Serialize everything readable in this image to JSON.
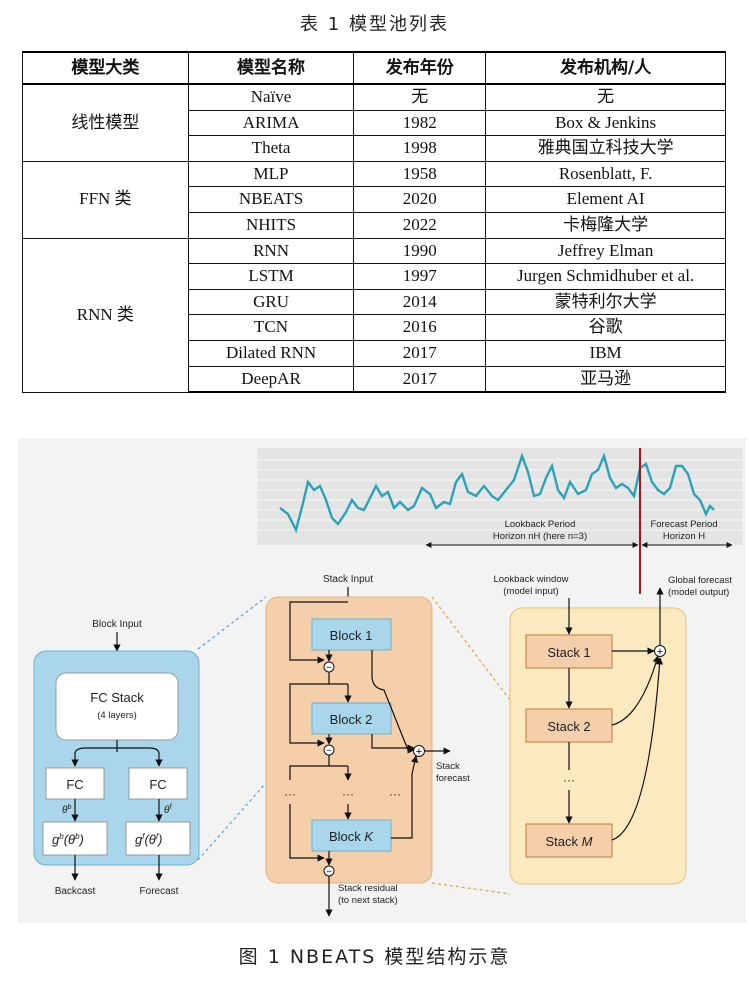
{
  "table": {
    "caption": "表 1 模型池列表",
    "headers": [
      "模型大类",
      "模型名称",
      "发布年份",
      "发布机构/人"
    ],
    "groups": [
      {
        "category": "线性模型",
        "rows": [
          {
            "name": "Naïve",
            "year": "无",
            "org": "无"
          },
          {
            "name": "ARIMA",
            "year": "1982",
            "org": "Box & Jenkins"
          },
          {
            "name": "Theta",
            "year": "1998",
            "org": "雅典国立科技大学"
          }
        ]
      },
      {
        "category": "FFN 类",
        "rows": [
          {
            "name": "MLP",
            "year": "1958",
            "org": "Rosenblatt, F."
          },
          {
            "name": "NBEATS",
            "year": "2020",
            "org": "Element AI"
          },
          {
            "name": "NHITS",
            "year": "2022",
            "org": "卡梅隆大学"
          }
        ]
      },
      {
        "category": "RNN 类",
        "rows": [
          {
            "name": "RNN",
            "year": "1990",
            "org": "Jeffrey Elman"
          },
          {
            "name": "LSTM",
            "year": "1997",
            "org": "Jurgen Schmidhuber et al."
          },
          {
            "name": "GRU",
            "year": "2014",
            "org": "蒙特利尔大学"
          },
          {
            "name": "TCN",
            "year": "2016",
            "org": "谷歌"
          },
          {
            "name": "Dilated RNN",
            "year": "2017",
            "org": "IBM"
          },
          {
            "name": "DeepAR",
            "year": "2017",
            "org": "亚马逊"
          }
        ]
      }
    ]
  },
  "figure": {
    "caption": "图 1 NBEATS 模型结构示意",
    "series_color": "#2aa3b8",
    "divider_color": "#a01818",
    "lookback_label": "Lookback Period",
    "lookback_horizon": "Horizon nH (here n=3)",
    "forecast_label": "Forecast Period",
    "forecast_horizon": "Horizon H",
    "block": {
      "input": "Block Input",
      "fc_stack": "FC Stack",
      "fc_layers": "(4 layers)",
      "fc": "FC",
      "theta_b": "θ",
      "theta_f": "θ",
      "g_b": "g",
      "g_f": "g",
      "backcast": "Backcast",
      "forecast": "Forecast"
    },
    "stack": {
      "input": "Stack Input",
      "block1": "Block 1",
      "block2": "Block 2",
      "blockk": "Block ",
      "blockk_var": "K",
      "dots": "···",
      "forecast": "Stack",
      "forecast2": "forecast",
      "residual": "Stack residual",
      "residual2": "(to next stack)"
    },
    "model": {
      "lookback_window": "Lookback window",
      "model_input": "(model input)",
      "global_forecast": "Global forecast",
      "model_output": "(model output)",
      "stack1": "Stack 1",
      "stack2": "Stack 2",
      "stackm": "Stack ",
      "stackm_var": "M",
      "dots": "···"
    }
  }
}
